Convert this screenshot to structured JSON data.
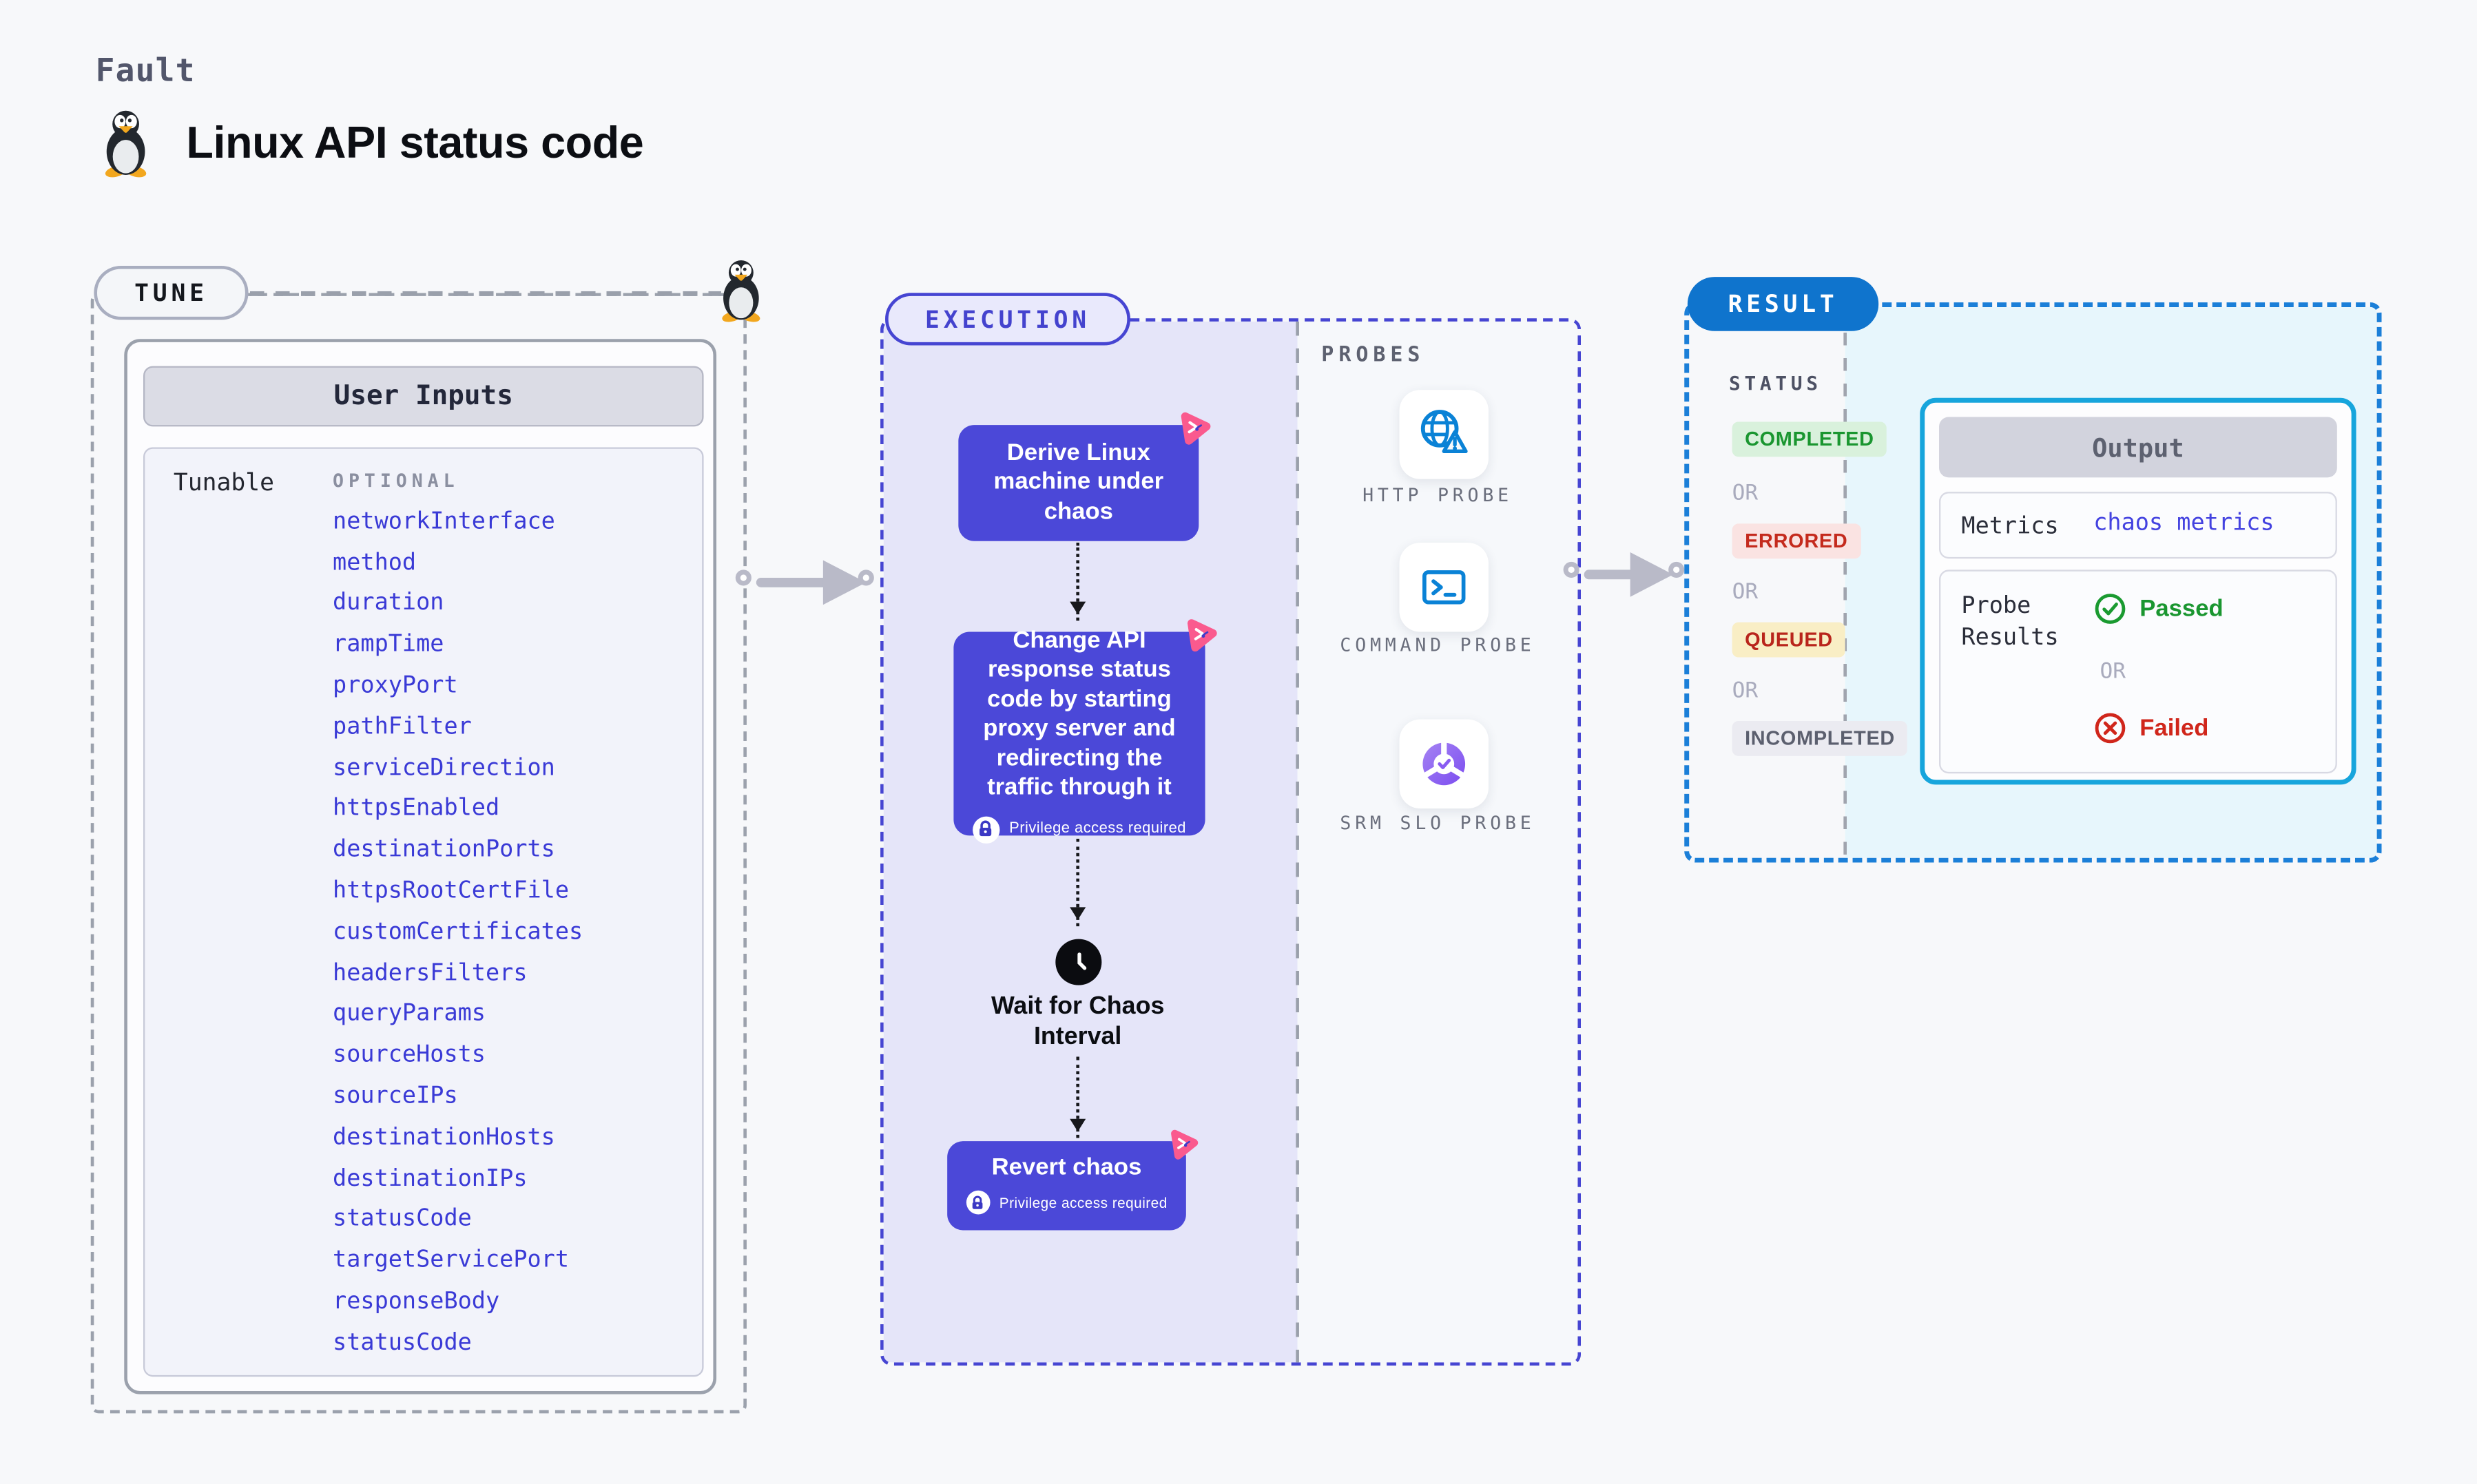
{
  "header": {
    "kicker": "Fault",
    "title": "Linux API status code"
  },
  "tune": {
    "badge": "TUNE",
    "panel_title": "User Inputs",
    "row_label": "Tunable",
    "column_label": "OPTIONAL",
    "params": [
      "networkInterface",
      "method",
      "duration",
      "rampTime",
      "proxyPort",
      "pathFilter",
      "serviceDirection",
      "httpsEnabled",
      "destinationPorts",
      "httpsRootCertFile",
      "customCertificates",
      "headersFilters",
      "queryParams",
      "sourceHosts",
      "sourceIPs",
      "destinationHosts",
      "destinationIPs",
      "statusCode",
      "targetServicePort",
      "responseBody",
      "statusCode"
    ]
  },
  "execution": {
    "badge": "EXECUTION",
    "step1": "Derive Linux machine under chaos",
    "step2": "Change API response status code by starting proxy server and redirecting the traffic through it",
    "step2_note": "Privilege access required",
    "step3": "Wait for Chaos Interval",
    "step4": "Revert chaos",
    "step4_note": "Privilege access required"
  },
  "probes": {
    "title": "PROBES",
    "items": [
      "HTTP PROBE",
      "COMMAND PROBE",
      "SRM SLO PROBE"
    ]
  },
  "result": {
    "badge": "RESULT",
    "status_label": "STATUS",
    "or": "OR",
    "statuses": {
      "completed": "COMPLETED",
      "errored": "ERRORED",
      "queued": "QUEUED",
      "incompleted": "INCOMPLETED"
    },
    "output": {
      "title": "Output",
      "metrics_label": "Metrics",
      "metrics_value": "chaos metrics",
      "probe_results_label": "Probe Results",
      "passed": "Passed",
      "or": "OR",
      "failed": "Failed"
    }
  },
  "icons": {
    "tux": "linux-penguin-icon",
    "chaos": "chaos-pinwheel-icon",
    "lock": "lock-icon",
    "clock": "clock-icon",
    "http_probe": "globe-warning-icon",
    "command_probe": "terminal-icon",
    "srm_probe": "slo-pie-check-icon",
    "passed": "check-circle-icon",
    "failed": "x-circle-icon"
  },
  "colors": {
    "page_bg": "#f7f8fa",
    "indigo_node": "#4b48d8",
    "execution_dash": "#4645d2",
    "lavender_fill": "#e5e5f9",
    "pink_logo": "#fa5a8e",
    "probe_blue": "#0a82d6",
    "srm_purple": "#7c4df0",
    "result_blue": "#0f74cd",
    "result_dash": "#1b7fd8",
    "output_border": "#17a5dc",
    "cyan_fill": "#e7f6fc",
    "green": "#1a9630",
    "red": "#c42a1d"
  }
}
